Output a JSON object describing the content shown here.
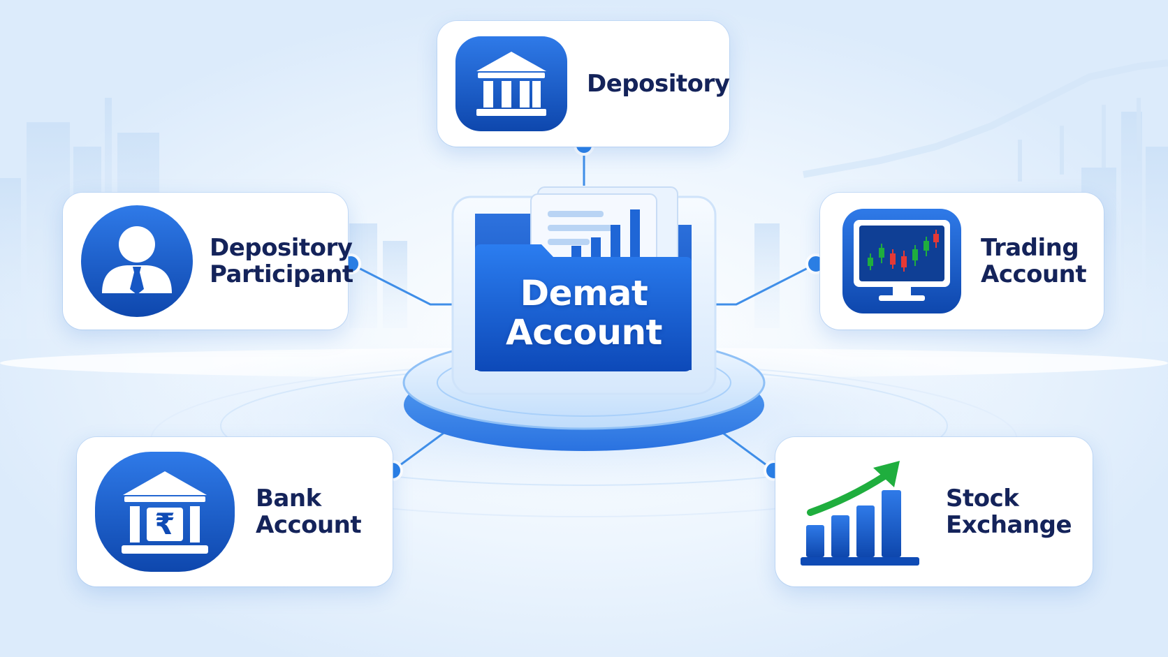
{
  "center": {
    "title_line1": "Demat",
    "title_line2": "Account"
  },
  "nodes": {
    "depository": {
      "label": "Depository",
      "icon": "bank-building-icon"
    },
    "depository_participant": {
      "label_line1": "Depository",
      "label_line2": "Participant",
      "icon": "user-avatar-icon"
    },
    "trading_account": {
      "label_line1": "Trading",
      "label_line2": "Account",
      "icon": "monitor-candlestick-icon"
    },
    "bank_account": {
      "label_line1": "Bank",
      "label_line2": "Account",
      "icon": "bank-rupee-icon"
    },
    "stock_exchange": {
      "label_line1": "Stock",
      "label_line2": "Exchange",
      "icon": "growth-bar-chart-icon"
    }
  },
  "colors": {
    "primary_blue": "#1e63d6",
    "dark_blue": "#0f45a8",
    "connector": "#3f8ee8",
    "text_navy": "#14235a",
    "accent_green": "#1fae3e",
    "accent_red": "#e53935"
  }
}
